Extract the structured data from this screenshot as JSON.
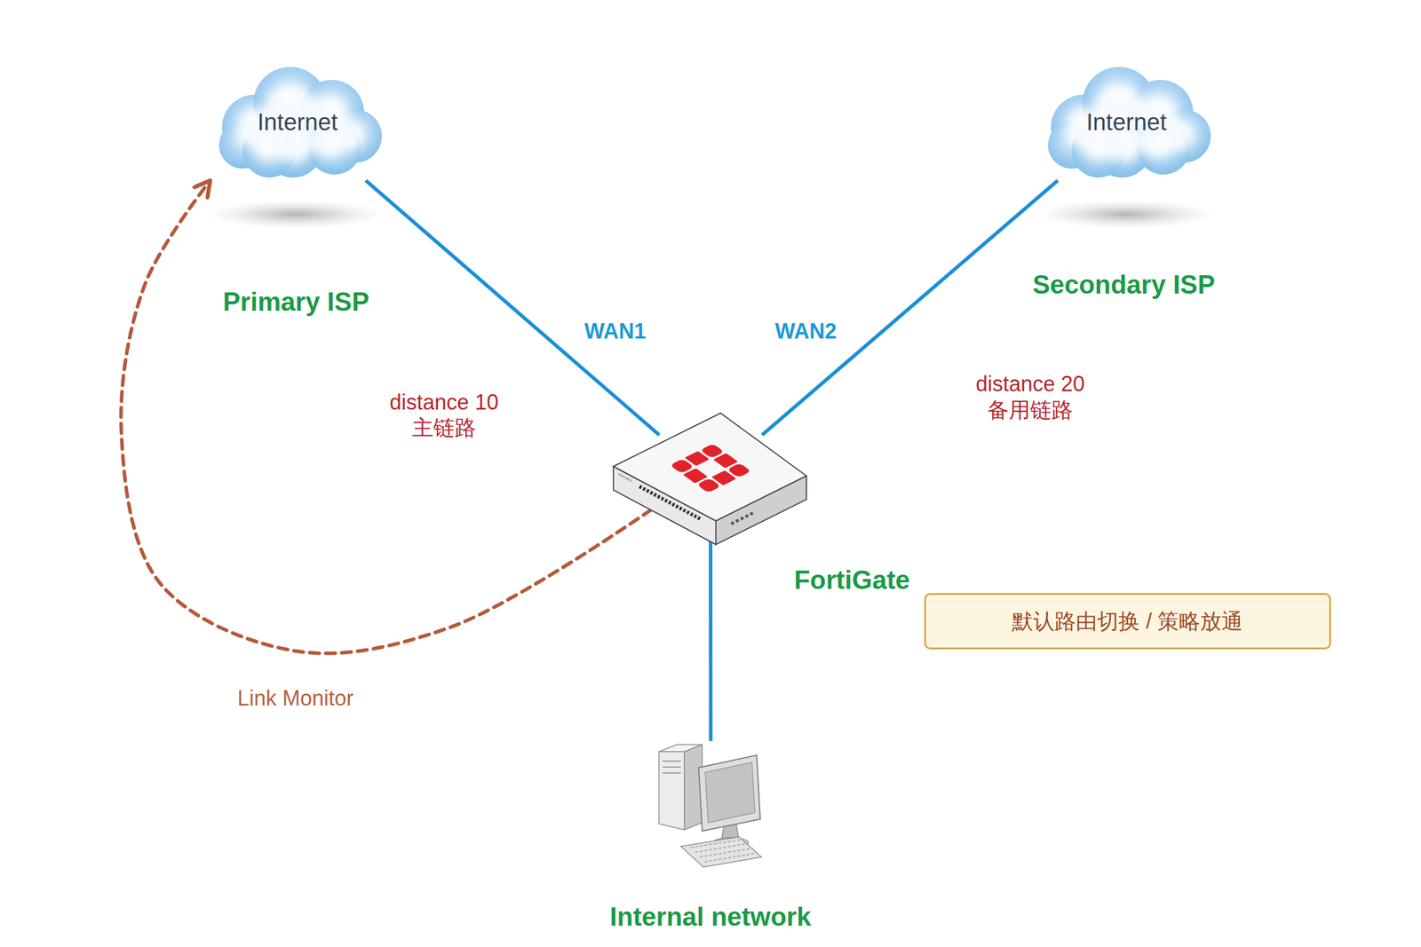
{
  "diagram": {
    "nodes": [
      {
        "text": [
          "Internet"
        ]
      },
      {
        "text": [
          "Internet"
        ]
      },
      {
        "text": [
          "FortiGate"
        ]
      },
      {
        "text": [
          "Internal network"
        ]
      },
      {
        "text": [
          "默认路由切换 / 策略放通"
        ]
      }
    ],
    "edges": [
      {
        "from": 2,
        "to": 0,
        "arrow": "none",
        "label": "WAN1"
      },
      {
        "from": 2,
        "to": 1,
        "arrow": "none",
        "label": "WAN2"
      },
      {
        "from": 2,
        "to": 3,
        "arrow": "none"
      },
      {
        "from": 2,
        "to": 0,
        "arrow": "to",
        "label": "Link Monitor"
      }
    ],
    "labels": [
      "Primary ISP",
      "distance 10",
      "主链路",
      "Secondary ISP",
      "distance 20",
      "备用链路"
    ]
  }
}
